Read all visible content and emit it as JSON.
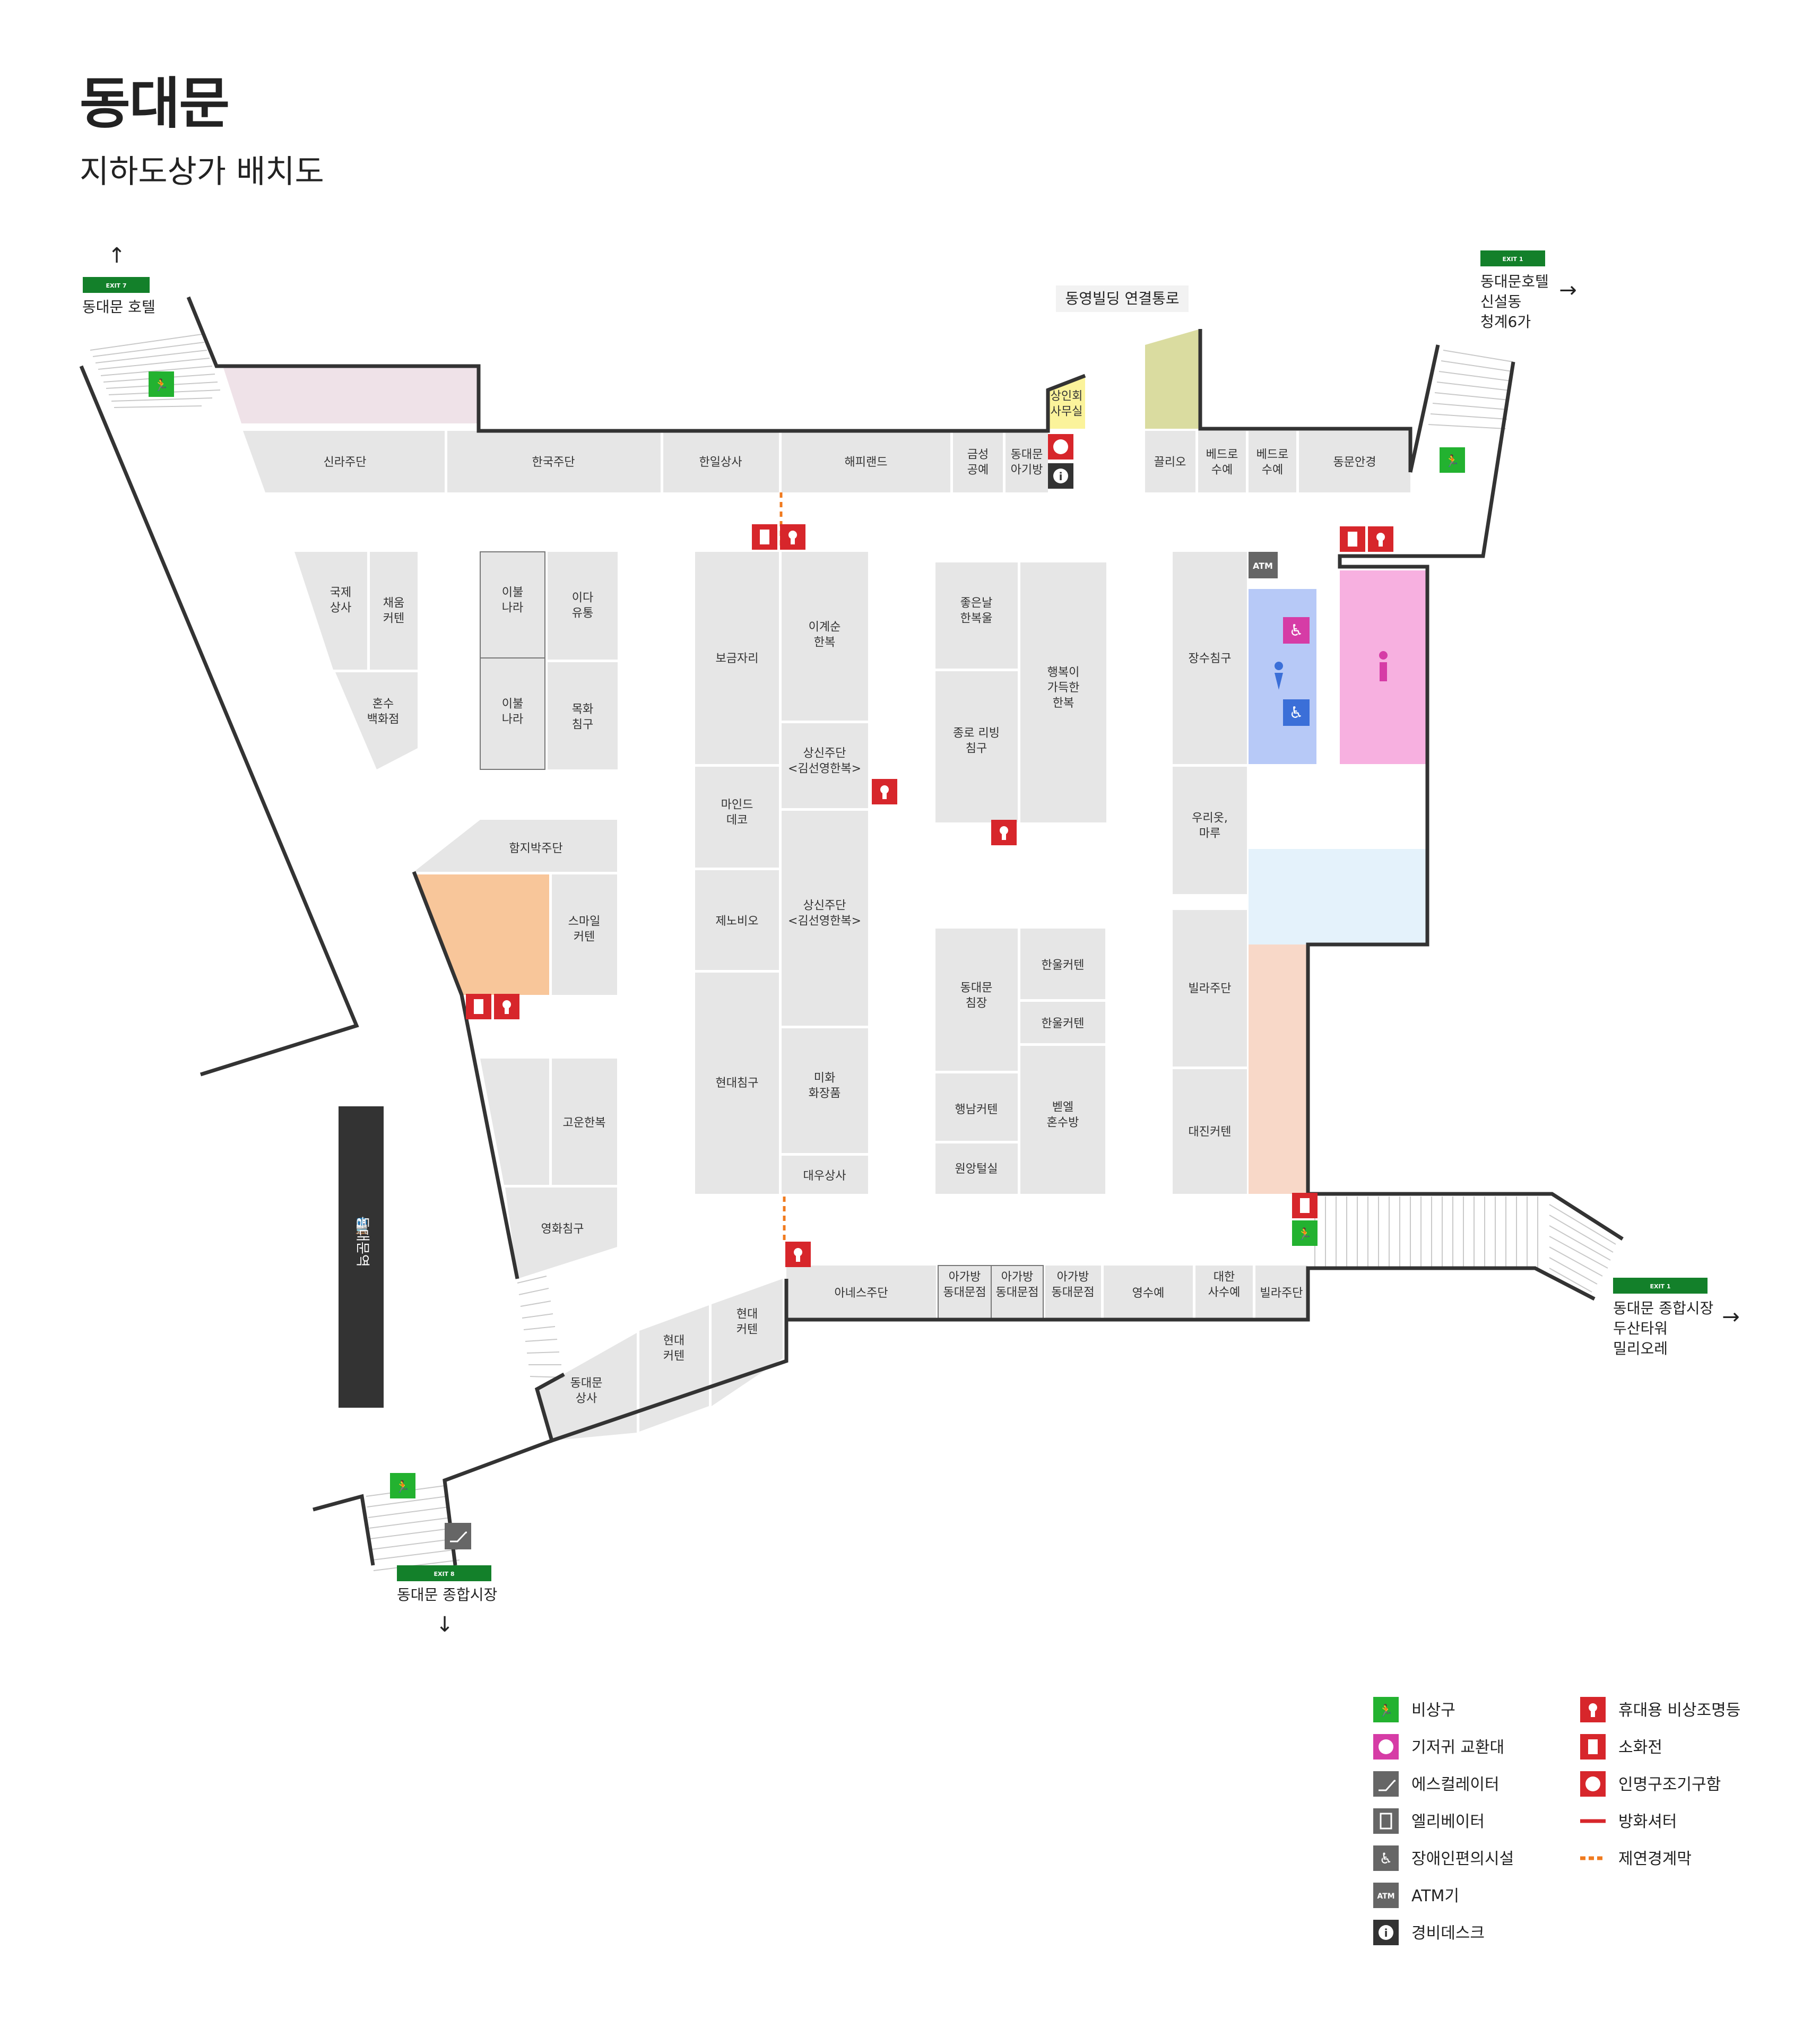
{
  "title": "동대문",
  "subtitle": "지하도상가 배치도",
  "exits": {
    "exit7": {
      "badge": "EXIT 7",
      "lines": [
        "동대문 호텔"
      ]
    },
    "exit1_top": {
      "badge": "EXIT 1",
      "lines": [
        "동대문호텔",
        "신설동",
        "청계6가"
      ]
    },
    "exit1_bottom": {
      "badge": "EXIT 1",
      "lines": [
        "동대문 종합시장",
        "두산타워",
        "밀리오레"
      ]
    },
    "exit8": {
      "badge": "EXIT 8",
      "lines": [
        "동대문 종합시장"
      ]
    }
  },
  "connection_label": "동영빌딩 연결통로",
  "station_label": "동대문역",
  "stores": {
    "s1": "신라주단",
    "s2": "한국주단",
    "s3": "한일상사",
    "s4": "해피랜드",
    "s5": "금성\n공예",
    "s6": "동대문\n아기방",
    "s7": "상인회\n사무실",
    "s8": "끌리오",
    "s9": "베드로\n수예",
    "s10": "베드로\n수예",
    "s11": "동문안경",
    "s12": "국제\n상사",
    "s13": "채움\n커텐",
    "s14": "혼수\n백화점",
    "s15": "이불\n나라",
    "s16": "이다\n유통",
    "s17": "이불\n나라",
    "s18": "목화\n침구",
    "s19": "보금자리",
    "s20": "이계순\n한복",
    "s21": "상신주단\n<김선영한복>",
    "s22": "마인드\n데코",
    "s23": "제노비오",
    "s24": "상신주단\n<김선영한복>",
    "s25": "현대침구",
    "s26": "미화\n화장품",
    "s27": "대우상사",
    "s28": "좋은날\n한복울",
    "s29": "종로 리빙\n침구",
    "s30": "행복이\n가득한\n한복",
    "s31": "장수침구",
    "s32": "우리옷,\n마루",
    "s33": "함지박주단",
    "s34": "스마일\n커텐",
    "s35": "고운한복",
    "s36": "영화침구",
    "s37": "동대문\n침장",
    "s38": "한울커텐",
    "s39": "한울커텐",
    "s40": "행남커텐",
    "s41": "벧엘\n혼수방",
    "s42": "원앙털실",
    "s43": "빌라주단",
    "s44": "대진커텐",
    "s45": "아네스주단",
    "s46": "아가방\n동대문점",
    "s47": "아가방\n동대문점",
    "s48": "아가방\n동대문점",
    "s49": "영수예",
    "s50": "대한\n사수예",
    "s51": "빌라주단",
    "s52": "현대\n커텐",
    "s53": "현대\n커텐",
    "s54": "동대문\n상사"
  },
  "atm_short": "ATM",
  "legend": {
    "left": [
      "비상구",
      "기저귀 교환대",
      "에스컬레이터",
      "엘리베이터",
      "장애인편의시설",
      "ATM기",
      "경비데스크"
    ],
    "right": [
      "휴대용 비상조명등",
      "소화전",
      "인명구조기구함",
      "방화셔터",
      "제연경계막"
    ]
  },
  "colors": {
    "exit_green": "#23b230",
    "safety_red": "#d7262b",
    "diaper_pink": "#d63ca6",
    "facility_gray": "#666666",
    "security_dark": "#333333",
    "smoke_orange": "#f07a1e",
    "restroom_blue": "#b7c9f7",
    "restroom_pink": "#f7b0e0",
    "lounge_blue": "#e4f2fb",
    "peach": "#f8c69a",
    "light_peach": "#f8d8c8",
    "light_pink": "#efe2e8",
    "olive": "#dadca0",
    "yellow": "#fbf39b",
    "station_dark": "#333333"
  }
}
